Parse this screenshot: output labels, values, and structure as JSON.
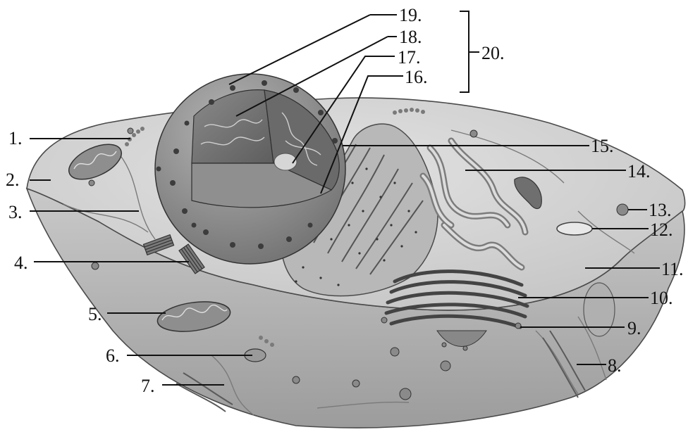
{
  "labels": {
    "l1": "1.",
    "l2": "2.",
    "l3": "3.",
    "l4": "4.",
    "l5": "5.",
    "l6": "6.",
    "l7": "7.",
    "l8": "8.",
    "l9": "9.",
    "l10": "10.",
    "l11": "11.",
    "l12": "12.",
    "l13": "13.",
    "l14": "14.",
    "l15": "15.",
    "l16": "16.",
    "l17": "17.",
    "l18": "18.",
    "l19": "19.",
    "l20": "20."
  }
}
